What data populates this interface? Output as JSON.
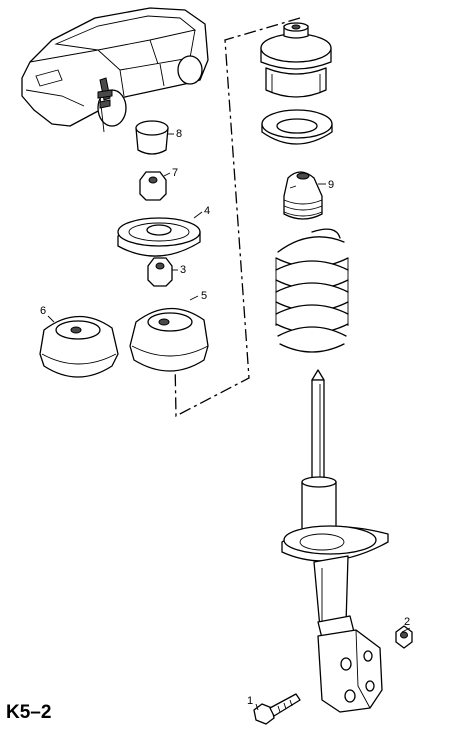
{
  "page_code": "K5–2",
  "parts": {
    "p1": "1",
    "p2": "2",
    "p3": "3",
    "p4": "4",
    "p5": "5",
    "p6": "6",
    "p7": "7",
    "p8": "8",
    "p9": "9"
  }
}
